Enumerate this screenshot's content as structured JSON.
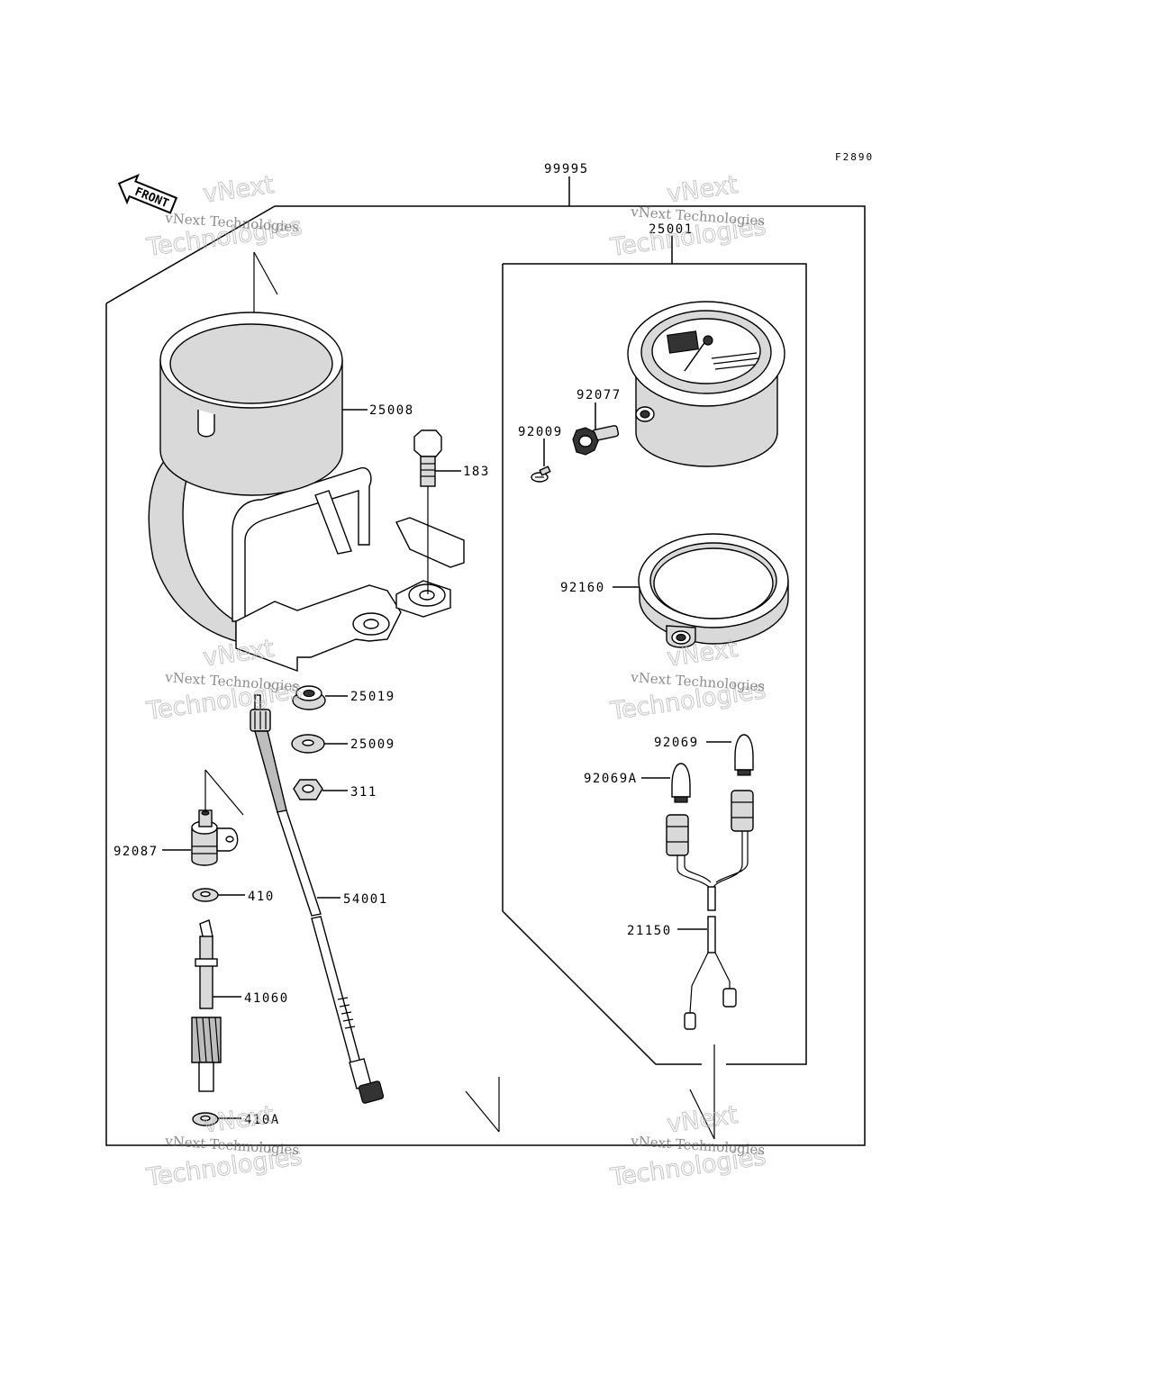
{
  "figure_code": "F2890",
  "front_label": "FRONT",
  "watermark": {
    "line1": "vNext Technologies",
    "line2": "vNext",
    "line3": "Technologies"
  },
  "parts": {
    "p99995": "99995",
    "p25001": "25001",
    "p25008": "25008",
    "p183": "183",
    "p92077": "92077",
    "p92009": "92009",
    "p92160": "92160",
    "p25019": "25019",
    "p25009": "25009",
    "p311": "311",
    "p92069": "92069",
    "p92069A": "92069A",
    "p92087": "92087",
    "p410": "410",
    "p54001": "54001",
    "p21150": "21150",
    "p41060": "41060",
    "p410A": "410A"
  }
}
